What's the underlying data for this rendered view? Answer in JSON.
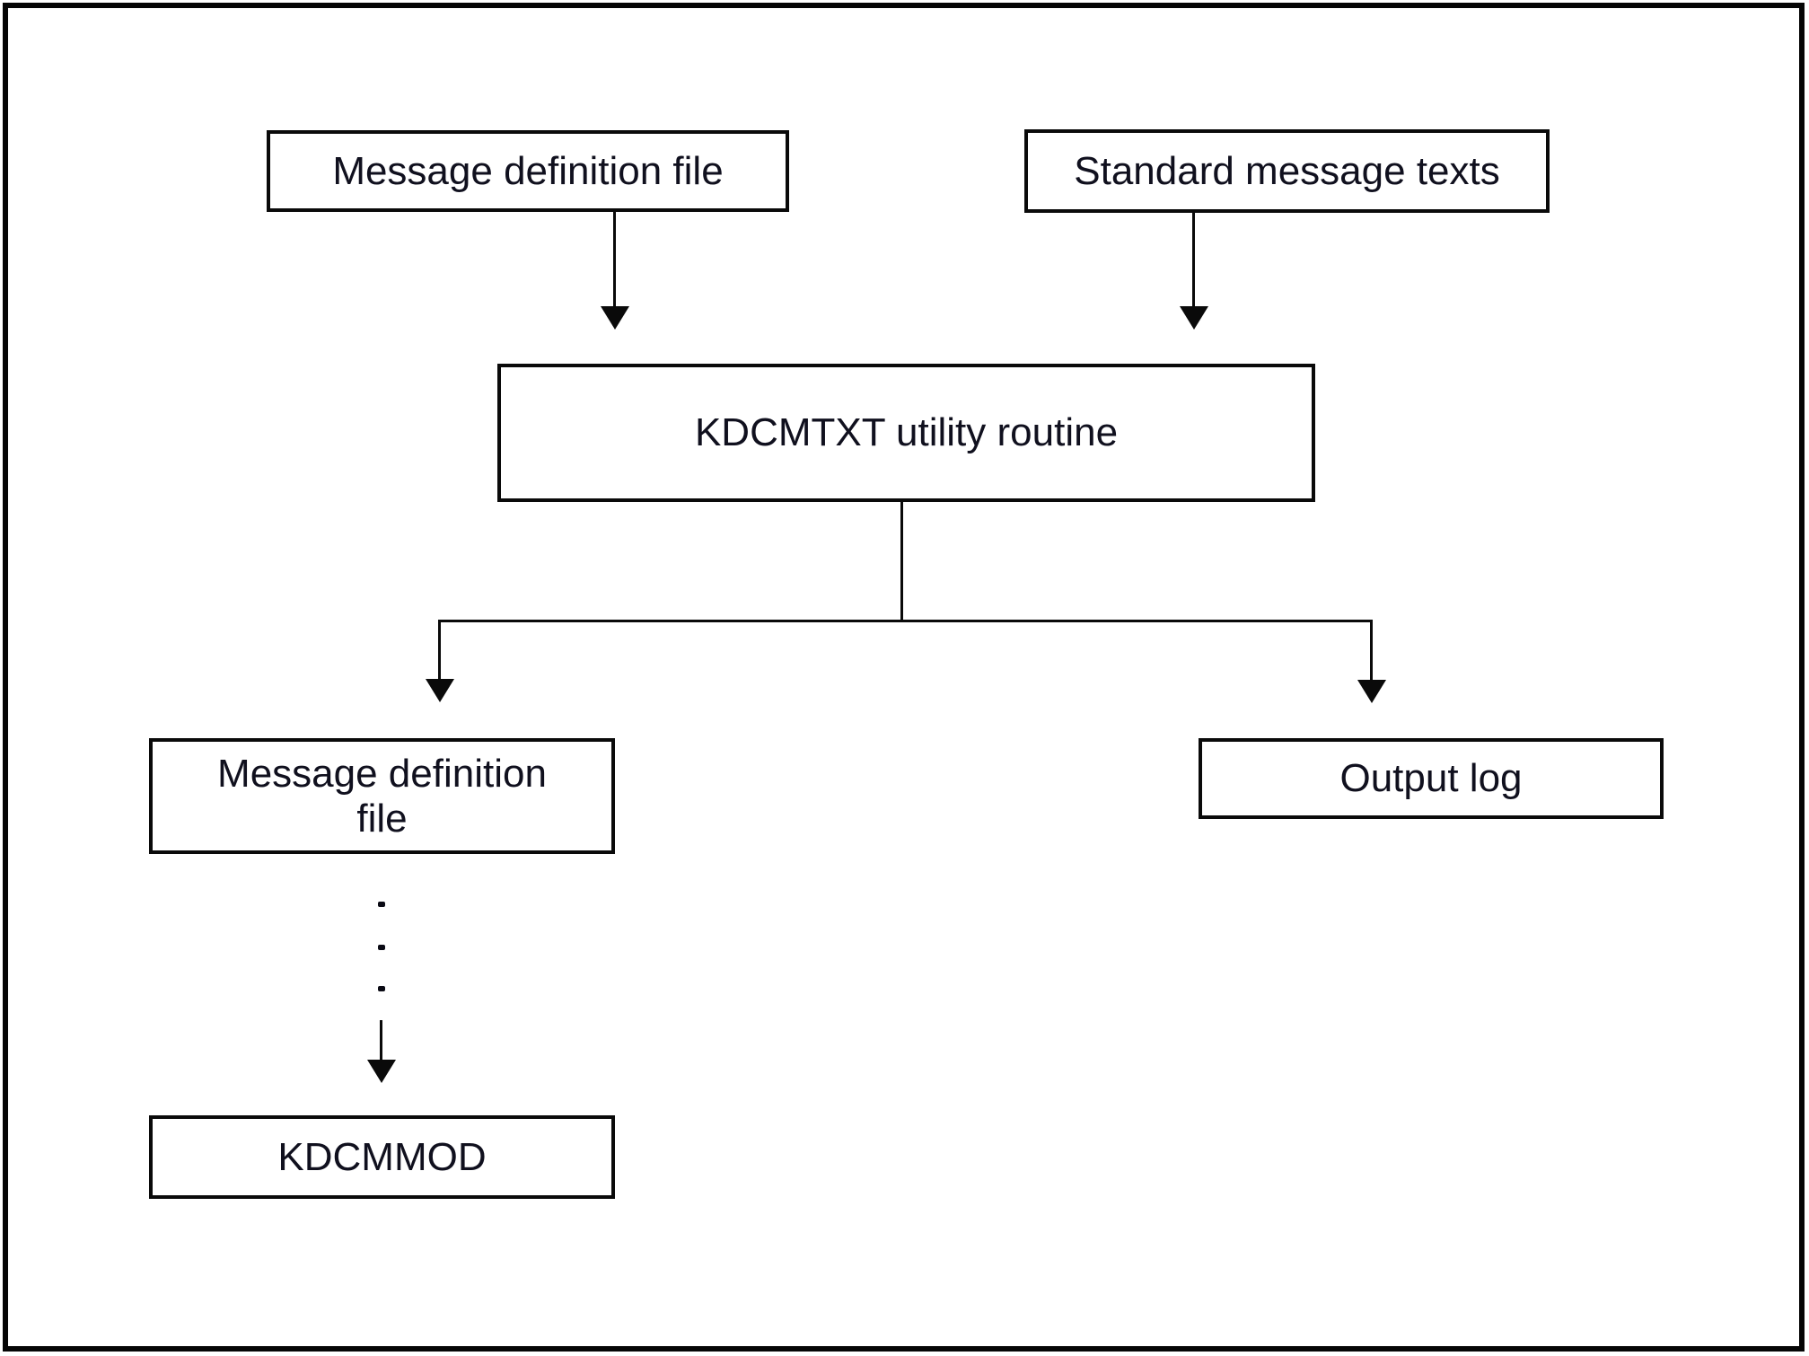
{
  "diagram": {
    "nodes": {
      "message_definition_file_top": "Message definition file",
      "standard_message_texts": "Standard message texts",
      "kdcmtxt": "KDCMTXT utility routine",
      "message_definition_file_output": "Message definition\nfile",
      "output_log": "Output log",
      "kdcmmod": "KDCMMOD"
    },
    "edges": [
      {
        "from": "message_definition_file_top",
        "to": "kdcmtxt"
      },
      {
        "from": "standard_message_texts",
        "to": "kdcmtxt"
      },
      {
        "from": "kdcmtxt",
        "to": "message_definition_file_output"
      },
      {
        "from": "kdcmtxt",
        "to": "output_log"
      },
      {
        "from": "message_definition_file_output",
        "to": "kdcmmod",
        "style": "dotted-then-arrow"
      }
    ],
    "colors": {
      "background": "#ffffff",
      "line": "#0a0a0a",
      "text": "#10101e",
      "frame": "#050505"
    }
  }
}
